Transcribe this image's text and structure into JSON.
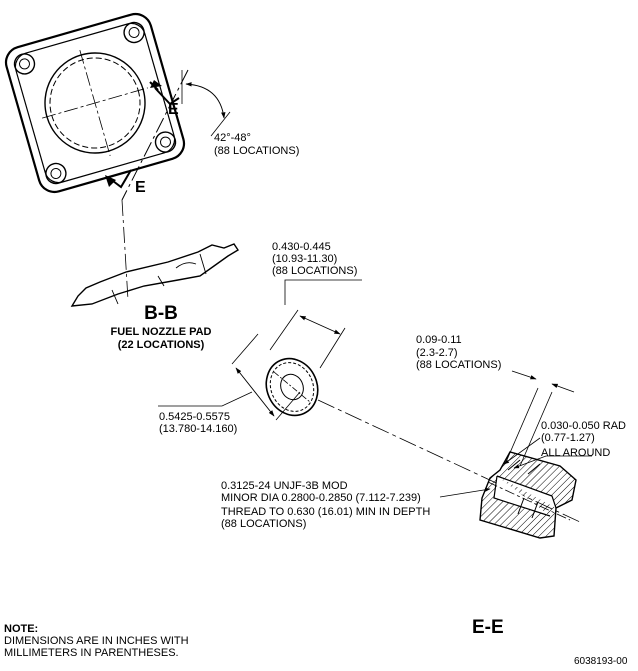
{
  "section_marker": "E",
  "angle": {
    "value": "42°-48°",
    "count": "(88 LOCATIONS)"
  },
  "section_bb": {
    "title": "B-B",
    "caption": "FUEL NOZZLE PAD",
    "count": "(22 LOCATIONS)"
  },
  "dim_spacing": {
    "inches": "0.430-0.445",
    "mm": "(10.93-11.30)",
    "count": "(88 LOCATIONS)"
  },
  "dim_diameter": {
    "inches": "0.5425-0.5575",
    "mm": "(13.780-14.160)"
  },
  "dim_counterbore": {
    "inches": "0.09-0.11",
    "mm": "(2.3-2.7)",
    "count": "(88 LOCATIONS)"
  },
  "radius": {
    "inches": "0.030-0.050 RAD",
    "mm": "(0.77-1.27)",
    "note": "ALL AROUND"
  },
  "thread": {
    "spec": "0.3125-24 UNJF-3B MOD",
    "minor": "MINOR DIA 0.2800-0.2850 (7.112-7.239)",
    "depth": "THREAD TO 0.630 (16.01) MIN IN DEPTH",
    "count": "(88 LOCATIONS)"
  },
  "section_ee": "E-E",
  "note": {
    "heading": "NOTE:",
    "line1": "DIMENSIONS ARE IN INCHES WITH",
    "line2": "MILLIMETERS IN PARENTHESES."
  },
  "drawing_number": "6038193-00"
}
